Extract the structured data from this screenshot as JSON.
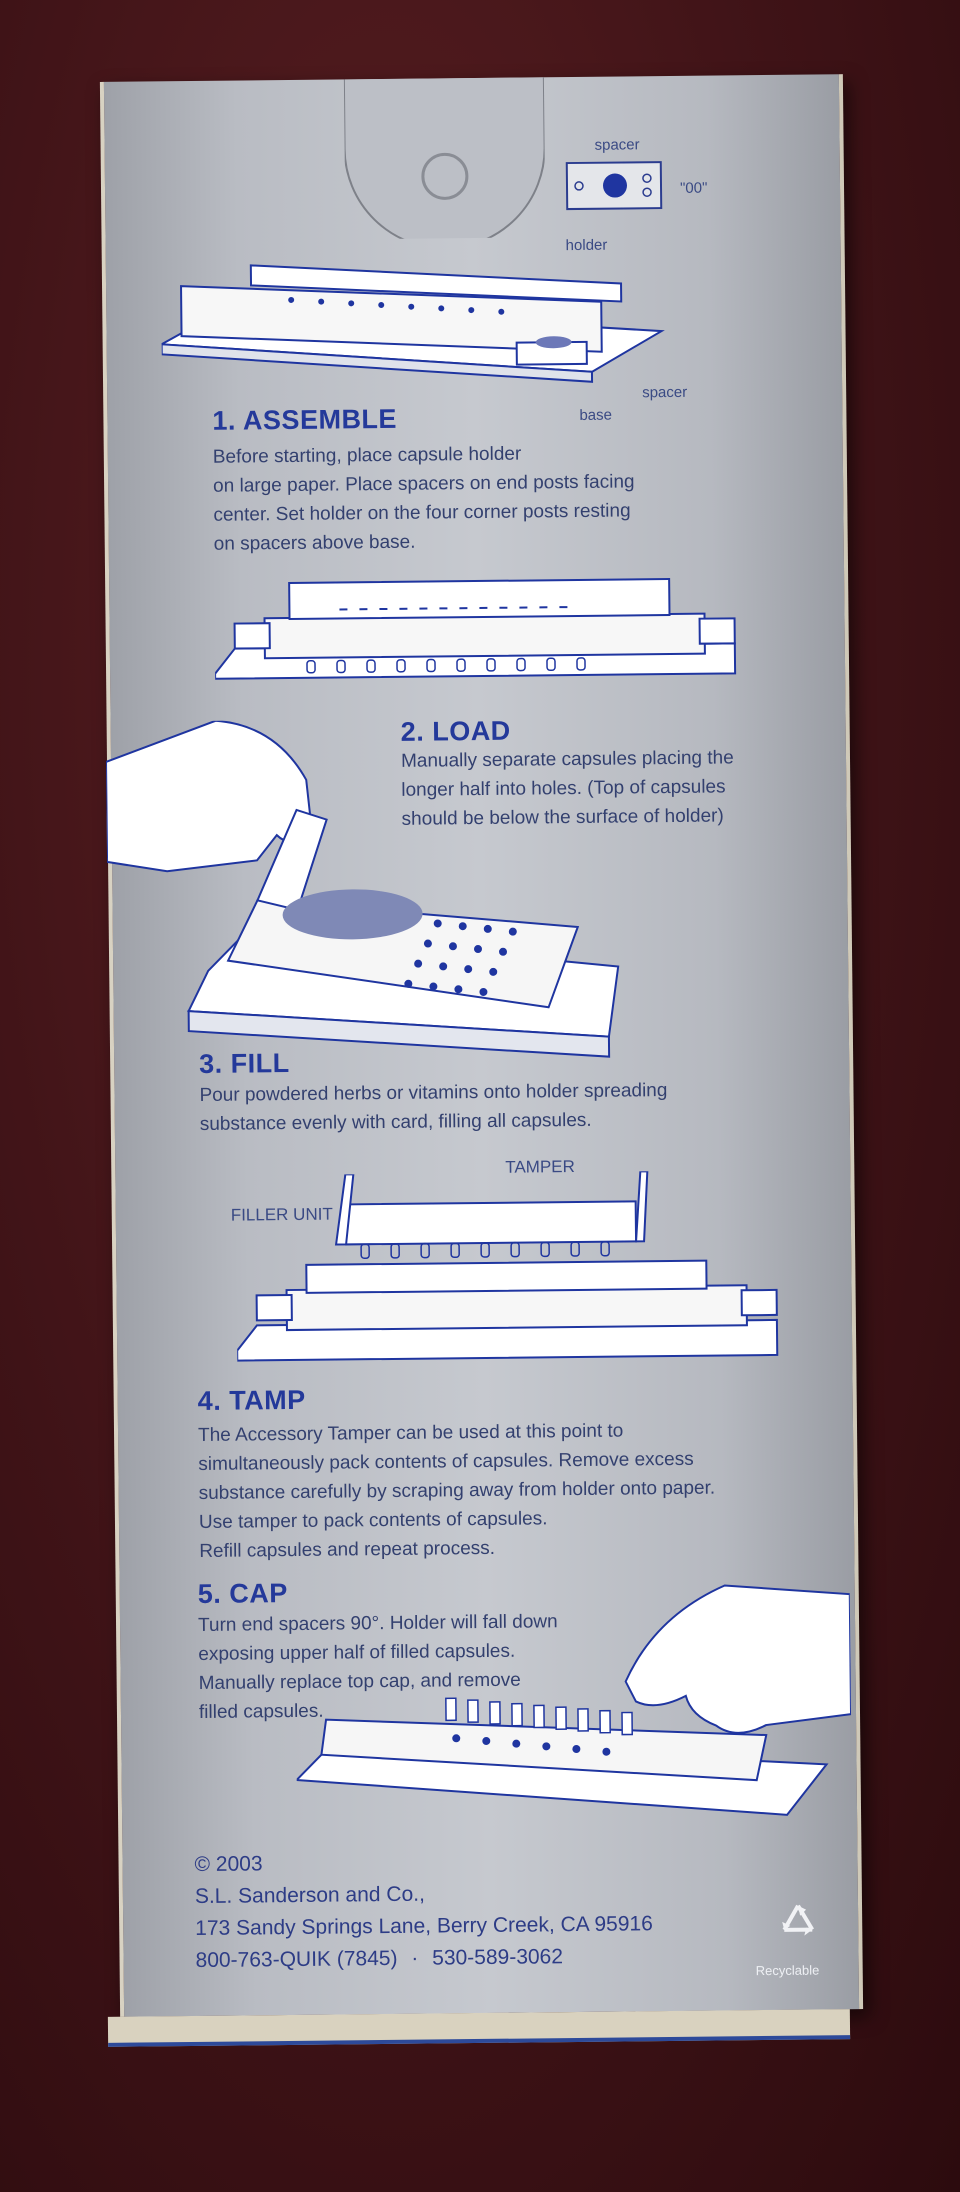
{
  "labels": {
    "spacer": "spacer",
    "size": "\"00\"",
    "holder": "holder",
    "spacer2": "spacer",
    "base": "base",
    "tamper": "TAMPER",
    "filler_unit": "FILLER UNIT",
    "recyclable": "Recyclable"
  },
  "steps": [
    {
      "title": "1. ASSEMBLE",
      "lines": [
        "Before starting, place capsule holder",
        "on large paper. Place spacers on end posts facing",
        "center. Set holder on the four corner posts resting",
        "on spacers above base."
      ]
    },
    {
      "title": "2. LOAD",
      "lines": [
        "Manually separate capsules placing the",
        "longer half into holes. (Top of capsules",
        "should be below the surface of holder)"
      ]
    },
    {
      "title": "3. FILL",
      "lines": [
        "Pour powdered herbs or vitamins onto holder spreading",
        "substance evenly with card, filling all capsules."
      ]
    },
    {
      "title": "4. TAMP",
      "lines": [
        "The Accessory Tamper can be used at this point to",
        "simultaneously pack contents of capsules. Remove excess",
        "substance carefully by scraping away from holder onto paper.",
        "Use tamper to pack contents of capsules.",
        "Refill capsules and repeat process."
      ]
    },
    {
      "title": "5. CAP",
      "lines": [
        "Turn end spacers 90°. Holder will fall down",
        "exposing upper half of filled capsules.",
        "Manually replace top cap, and remove",
        "filled capsules."
      ]
    }
  ],
  "footer": {
    "copyright": "© 2003",
    "company": "S.L. Sanderson and Co.,",
    "address": "173 Sandy Springs Lane, Berry Creek, CA 95916",
    "phone1": "800-763-QUIK (7845)",
    "separator": "·",
    "phone2": "530-589-3062"
  },
  "colors": {
    "ink": "#2b3c8f",
    "panel": "#c6c9cf",
    "background": "#3f1317"
  }
}
